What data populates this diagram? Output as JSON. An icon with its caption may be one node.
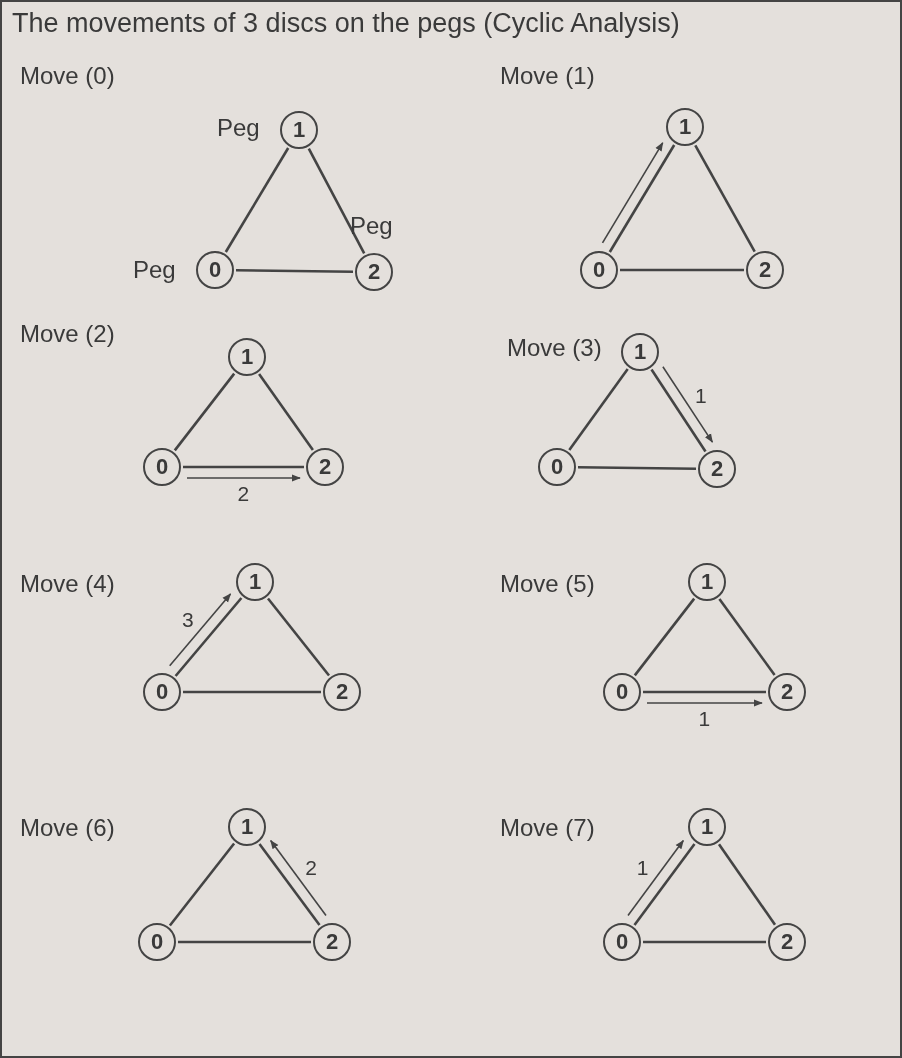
{
  "diagram": {
    "title": "The movements of 3 discs on the pegs (Cyclic Analysis)",
    "nodes": [
      {
        "text": [
          "1"
        ],
        "beside": [
          "Peg"
        ]
      },
      {
        "text": [
          "0"
        ],
        "beside": [
          "Peg"
        ]
      },
      {
        "text": [
          "2"
        ],
        "beside": [
          "Peg"
        ]
      },
      {
        "text": [
          "1"
        ]
      },
      {
        "text": [
          "0"
        ]
      },
      {
        "text": [
          "2"
        ]
      },
      {
        "text": [
          "1"
        ]
      },
      {
        "text": [
          "0"
        ]
      },
      {
        "text": [
          "2"
        ]
      },
      {
        "text": [
          "1"
        ]
      },
      {
        "text": [
          "0"
        ]
      },
      {
        "text": [
          "2"
        ]
      },
      {
        "text": [
          "1"
        ]
      },
      {
        "text": [
          "0"
        ]
      },
      {
        "text": [
          "2"
        ]
      },
      {
        "text": [
          "1"
        ]
      },
      {
        "text": [
          "0"
        ]
      },
      {
        "text": [
          "2"
        ]
      },
      {
        "text": [
          "1"
        ]
      },
      {
        "text": [
          "0"
        ]
      },
      {
        "text": [
          "2"
        ]
      },
      {
        "text": [
          "1"
        ]
      },
      {
        "text": [
          "0"
        ]
      },
      {
        "text": [
          "2"
        ]
      }
    ],
    "edges": [
      {
        "from": 0,
        "to": 1,
        "arrow": "none"
      },
      {
        "from": 0,
        "to": 2,
        "arrow": "none"
      },
      {
        "from": 1,
        "to": 2,
        "arrow": "none"
      },
      {
        "from": 3,
        "to": 4,
        "arrow": "none"
      },
      {
        "from": 3,
        "to": 5,
        "arrow": "none"
      },
      {
        "from": 4,
        "to": 5,
        "arrow": "none"
      },
      {
        "from": 4,
        "to": 3,
        "arrow": "to"
      },
      {
        "from": 6,
        "to": 7,
        "arrow": "none"
      },
      {
        "from": 6,
        "to": 8,
        "arrow": "none"
      },
      {
        "from": 7,
        "to": 8,
        "arrow": "none"
      },
      {
        "from": 7,
        "to": 8,
        "arrow": "to",
        "label": "2"
      },
      {
        "from": 9,
        "to": 10,
        "arrow": "none"
      },
      {
        "from": 9,
        "to": 11,
        "arrow": "none"
      },
      {
        "from": 10,
        "to": 11,
        "arrow": "none"
      },
      {
        "from": 9,
        "to": 11,
        "arrow": "to",
        "label": "1"
      },
      {
        "from": 12,
        "to": 13,
        "arrow": "none"
      },
      {
        "from": 12,
        "to": 14,
        "arrow": "none"
      },
      {
        "from": 13,
        "to": 14,
        "arrow": "none"
      },
      {
        "from": 13,
        "to": 12,
        "arrow": "to",
        "label": "3"
      },
      {
        "from": 15,
        "to": 16,
        "arrow": "none"
      },
      {
        "from": 15,
        "to": 17,
        "arrow": "none"
      },
      {
        "from": 16,
        "to": 17,
        "arrow": "none"
      },
      {
        "from": 16,
        "to": 17,
        "arrow": "to",
        "label": "1"
      },
      {
        "from": 18,
        "to": 19,
        "arrow": "none"
      },
      {
        "from": 18,
        "to": 20,
        "arrow": "none"
      },
      {
        "from": 19,
        "to": 20,
        "arrow": "none"
      },
      {
        "from": 20,
        "to": 18,
        "arrow": "to",
        "label": "2"
      },
      {
        "from": 21,
        "to": 22,
        "arrow": "none"
      },
      {
        "from": 21,
        "to": 23,
        "arrow": "none"
      },
      {
        "from": 22,
        "to": 23,
        "arrow": "none"
      },
      {
        "from": 22,
        "to": 21,
        "arrow": "to",
        "label": "1"
      }
    ],
    "labels": [
      "Move (0)",
      "Move (1)",
      "Move (2)",
      "Move (3)",
      "Move (4)",
      "Move (5)",
      "Move (6)",
      "Move (7)"
    ]
  }
}
